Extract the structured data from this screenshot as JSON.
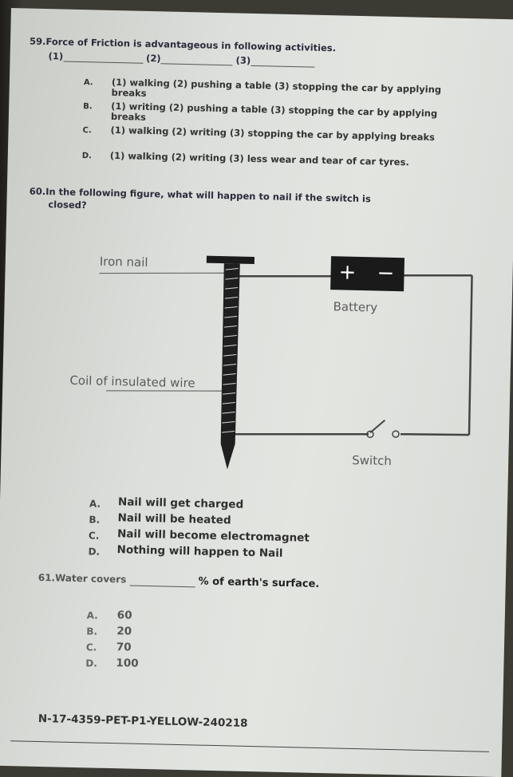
{
  "q59": {
    "title": "59.Force of Friction is advantageous in following activities.",
    "b1": "(1)",
    "b2": "(2)",
    "b3": "(3)",
    "options": [
      {
        "letter": "A.",
        "text": "(1) walking (2) pushing a table (3) stopping the car by applying breaks"
      },
      {
        "letter": "B.",
        "text": "(1) writing (2) pushing a table (3) stopping the car by applying breaks"
      },
      {
        "letter": "C.",
        "text": "(1) walking (2) writing (3) stopping the car by applying breaks"
      },
      {
        "letter": "D.",
        "text": "(1) walking (2) writing (3) less wear and tear of car tyres."
      }
    ]
  },
  "q60": {
    "line1": "60.In the following figure, what will happen to nail if the switch is",
    "line2": "closed?",
    "figure": {
      "nail_label": "Iron nail",
      "coil_label": "Coil of insulated wire",
      "battery_label": "Battery",
      "battery_plus": "+",
      "battery_minus": "−",
      "switch_label": "Switch"
    },
    "options": [
      {
        "letter": "A.",
        "text": "Nail will get charged"
      },
      {
        "letter": "B.",
        "text": "Nail will be heated"
      },
      {
        "letter": "C.",
        "text": "Nail will become electromagnet"
      },
      {
        "letter": "D.",
        "text": "Nothing will happen to Nail"
      }
    ]
  },
  "q61": {
    "prefix": "61.Water covers",
    "suffix": "% of earth's surface.",
    "options": [
      {
        "letter": "A.",
        "text": "60"
      },
      {
        "letter": "B.",
        "text": "20"
      },
      {
        "letter": "C.",
        "text": "70"
      },
      {
        "letter": "D.",
        "text": "100"
      }
    ]
  },
  "footer": "N-17-4359-PET-P1-YELLOW-240218"
}
